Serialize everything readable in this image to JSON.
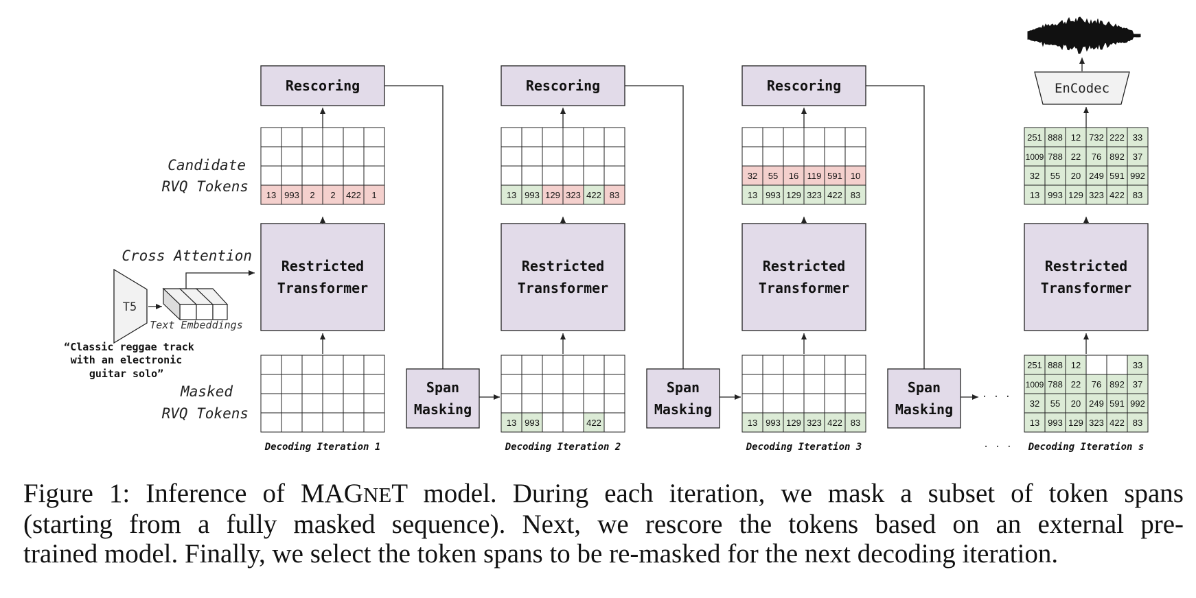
{
  "colors": {
    "block_fill": "#e2dbe9",
    "red_cell": "#f4d0cd",
    "green_cell": "#dcebd6",
    "empty_cell": "#ffffff",
    "stroke": "#222222"
  },
  "labels": {
    "rescoring": "Rescoring",
    "transformer_line1": "Restricted",
    "transformer_line2": "Transformer",
    "span_line1": "Span",
    "span_line2": "Masking",
    "candidate_line1": "Candidate",
    "candidate_line2": "RVQ Tokens",
    "masked_line1": "Masked",
    "masked_line2": "RVQ Tokens",
    "cross_attention": "Cross Attention",
    "t5": "T5",
    "text_embeddings": "Text Embeddings",
    "prompt_line1": "“Classic reggae track",
    "prompt_line2": "with an electronic",
    "prompt_line3": "guitar solo”",
    "encodec": "EnCodec",
    "ellipsis": "· · ·"
  },
  "iterations": [
    {
      "label": "Decoding Iteration 1",
      "candidate": [
        [
          [
            "",
            ""
          ],
          [
            "",
            ""
          ],
          [
            "",
            ""
          ],
          [
            "",
            ""
          ],
          [
            "",
            ""
          ],
          [
            "",
            ""
          ]
        ],
        [
          [
            "",
            ""
          ],
          [
            "",
            ""
          ],
          [
            "",
            ""
          ],
          [
            "",
            ""
          ],
          [
            "",
            ""
          ],
          [
            "",
            ""
          ]
        ],
        [
          [
            "",
            ""
          ],
          [
            "",
            ""
          ],
          [
            "",
            ""
          ],
          [
            "",
            ""
          ],
          [
            "",
            ""
          ],
          [
            "",
            ""
          ]
        ],
        [
          [
            "13",
            "r"
          ],
          [
            "993",
            "r"
          ],
          [
            "2",
            "r"
          ],
          [
            "2",
            "r"
          ],
          [
            "422",
            "r"
          ],
          [
            "1",
            "r"
          ]
        ]
      ],
      "masked": [
        [
          [
            "",
            ""
          ],
          [
            "",
            ""
          ],
          [
            "",
            ""
          ],
          [
            "",
            ""
          ],
          [
            "",
            ""
          ],
          [
            "",
            ""
          ]
        ],
        [
          [
            "",
            ""
          ],
          [
            "",
            ""
          ],
          [
            "",
            ""
          ],
          [
            "",
            ""
          ],
          [
            "",
            ""
          ],
          [
            "",
            ""
          ]
        ],
        [
          [
            "",
            ""
          ],
          [
            "",
            ""
          ],
          [
            "",
            ""
          ],
          [
            "",
            ""
          ],
          [
            "",
            ""
          ],
          [
            "",
            ""
          ]
        ],
        [
          [
            "",
            ""
          ],
          [
            "",
            ""
          ],
          [
            "",
            ""
          ],
          [
            "",
            ""
          ],
          [
            "",
            ""
          ],
          [
            "",
            ""
          ]
        ]
      ]
    },
    {
      "label": "Decoding Iteration 2",
      "candidate": [
        [
          [
            "",
            ""
          ],
          [
            "",
            ""
          ],
          [
            "",
            ""
          ],
          [
            "",
            ""
          ],
          [
            "",
            ""
          ],
          [
            "",
            ""
          ]
        ],
        [
          [
            "",
            ""
          ],
          [
            "",
            ""
          ],
          [
            "",
            ""
          ],
          [
            "",
            ""
          ],
          [
            "",
            ""
          ],
          [
            "",
            ""
          ]
        ],
        [
          [
            "",
            ""
          ],
          [
            "",
            ""
          ],
          [
            "",
            ""
          ],
          [
            "",
            ""
          ],
          [
            "",
            ""
          ],
          [
            "",
            ""
          ]
        ],
        [
          [
            "13",
            "g"
          ],
          [
            "993",
            "g"
          ],
          [
            "129",
            "r"
          ],
          [
            "323",
            "r"
          ],
          [
            "422",
            "g"
          ],
          [
            "83",
            "r"
          ]
        ]
      ],
      "masked": [
        [
          [
            "",
            ""
          ],
          [
            "",
            ""
          ],
          [
            "",
            ""
          ],
          [
            "",
            ""
          ],
          [
            "",
            ""
          ],
          [
            "",
            ""
          ]
        ],
        [
          [
            "",
            ""
          ],
          [
            "",
            ""
          ],
          [
            "",
            ""
          ],
          [
            "",
            ""
          ],
          [
            "",
            ""
          ],
          [
            "",
            ""
          ]
        ],
        [
          [
            "",
            ""
          ],
          [
            "",
            ""
          ],
          [
            "",
            ""
          ],
          [
            "",
            ""
          ],
          [
            "",
            ""
          ],
          [
            "",
            ""
          ]
        ],
        [
          [
            "13",
            "g"
          ],
          [
            "993",
            "g"
          ],
          [
            "",
            ""
          ],
          [
            "",
            ""
          ],
          [
            "422",
            "g"
          ],
          [
            "",
            ""
          ]
        ]
      ]
    },
    {
      "label": "Decoding Iteration 3",
      "candidate": [
        [
          [
            "",
            ""
          ],
          [
            "",
            ""
          ],
          [
            "",
            ""
          ],
          [
            "",
            ""
          ],
          [
            "",
            ""
          ],
          [
            "",
            ""
          ]
        ],
        [
          [
            "",
            ""
          ],
          [
            "",
            ""
          ],
          [
            "",
            ""
          ],
          [
            "",
            ""
          ],
          [
            "",
            ""
          ],
          [
            "",
            ""
          ]
        ],
        [
          [
            "32",
            "r"
          ],
          [
            "55",
            "r"
          ],
          [
            "16",
            "r"
          ],
          [
            "119",
            "r"
          ],
          [
            "591",
            "r"
          ],
          [
            "10",
            "r"
          ]
        ],
        [
          [
            "13",
            "g"
          ],
          [
            "993",
            "g"
          ],
          [
            "129",
            "g"
          ],
          [
            "323",
            "g"
          ],
          [
            "422",
            "g"
          ],
          [
            "83",
            "g"
          ]
        ]
      ],
      "masked": [
        [
          [
            "",
            ""
          ],
          [
            "",
            ""
          ],
          [
            "",
            ""
          ],
          [
            "",
            ""
          ],
          [
            "",
            ""
          ],
          [
            "",
            ""
          ]
        ],
        [
          [
            "",
            ""
          ],
          [
            "",
            ""
          ],
          [
            "",
            ""
          ],
          [
            "",
            ""
          ],
          [
            "",
            ""
          ],
          [
            "",
            ""
          ]
        ],
        [
          [
            "",
            ""
          ],
          [
            "",
            ""
          ],
          [
            "",
            ""
          ],
          [
            "",
            ""
          ],
          [
            "",
            ""
          ],
          [
            "",
            ""
          ]
        ],
        [
          [
            "13",
            "g"
          ],
          [
            "993",
            "g"
          ],
          [
            "129",
            "g"
          ],
          [
            "323",
            "g"
          ],
          [
            "422",
            "g"
          ],
          [
            "83",
            "g"
          ]
        ]
      ]
    },
    {
      "label": "Decoding Iteration s",
      "candidate": [
        [
          [
            "251",
            "g"
          ],
          [
            "888",
            "g"
          ],
          [
            "12",
            "g"
          ],
          [
            "732",
            "g"
          ],
          [
            "222",
            "g"
          ],
          [
            "33",
            "g"
          ]
        ],
        [
          [
            "1009",
            "g"
          ],
          [
            "788",
            "g"
          ],
          [
            "22",
            "g"
          ],
          [
            "76",
            "g"
          ],
          [
            "892",
            "g"
          ],
          [
            "37",
            "g"
          ]
        ],
        [
          [
            "32",
            "g"
          ],
          [
            "55",
            "g"
          ],
          [
            "20",
            "g"
          ],
          [
            "249",
            "g"
          ],
          [
            "591",
            "g"
          ],
          [
            "992",
            "g"
          ]
        ],
        [
          [
            "13",
            "g"
          ],
          [
            "993",
            "g"
          ],
          [
            "129",
            "g"
          ],
          [
            "323",
            "g"
          ],
          [
            "422",
            "g"
          ],
          [
            "83",
            "g"
          ]
        ]
      ],
      "masked": [
        [
          [
            "251",
            "g"
          ],
          [
            "888",
            "g"
          ],
          [
            "12",
            "g"
          ],
          [
            "",
            ""
          ],
          [
            "",
            ""
          ],
          [
            "33",
            "g"
          ]
        ],
        [
          [
            "1009",
            "g"
          ],
          [
            "788",
            "g"
          ],
          [
            "22",
            "g"
          ],
          [
            "76",
            "g"
          ],
          [
            "892",
            "g"
          ],
          [
            "37",
            "g"
          ]
        ],
        [
          [
            "32",
            "g"
          ],
          [
            "55",
            "g"
          ],
          [
            "20",
            "g"
          ],
          [
            "249",
            "g"
          ],
          [
            "591",
            "g"
          ],
          [
            "992",
            "g"
          ]
        ],
        [
          [
            "13",
            "g"
          ],
          [
            "993",
            "g"
          ],
          [
            "129",
            "g"
          ],
          [
            "323",
            "g"
          ],
          [
            "422",
            "g"
          ],
          [
            "83",
            "g"
          ]
        ]
      ]
    }
  ],
  "caption": {
    "prefix": "Figure 1: Inference of MAG",
    "small_caps": "N",
    "brand_rest": "E",
    "brand_tail": "T",
    "line1_rest": " model. During each iteration, we mask a subset of token spans",
    "line2": "(starting from a fully masked sequence). Next, we rescore the tokens based on an external pre-",
    "line3": "trained model. Finally, we select the token spans to be re-masked for the next decoding iteration."
  }
}
